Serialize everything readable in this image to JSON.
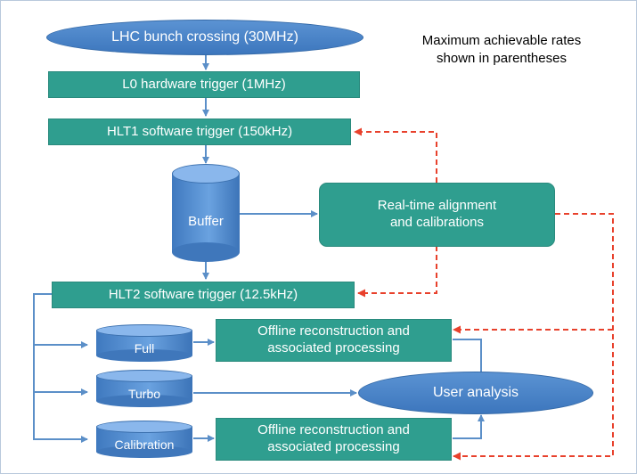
{
  "diagram": {
    "note": "Maximum achievable rates\nshown in parentheses",
    "nodes": {
      "lhc": "LHC bunch crossing (30MHz)",
      "l0": "L0 hardware trigger (1MHz)",
      "hlt1": "HLT1 software trigger (150kHz)",
      "buffer": "Buffer",
      "alignment": "Real-time alignment\nand calibrations",
      "hlt2": "HLT2 software trigger (12.5kHz)",
      "full": "Full",
      "turbo": "Turbo",
      "calibration": "Calibration",
      "offline_top": "Offline reconstruction and\nassociated processing",
      "offline_bottom": "Offline reconstruction and\nassociated processing",
      "user_analysis": "User analysis"
    },
    "colors": {
      "process_box": "#2f9e8f",
      "ellipse": "#4a85c8",
      "flow_arrow": "#5b8fc8",
      "feedback_arrow": "#e8412c"
    }
  }
}
